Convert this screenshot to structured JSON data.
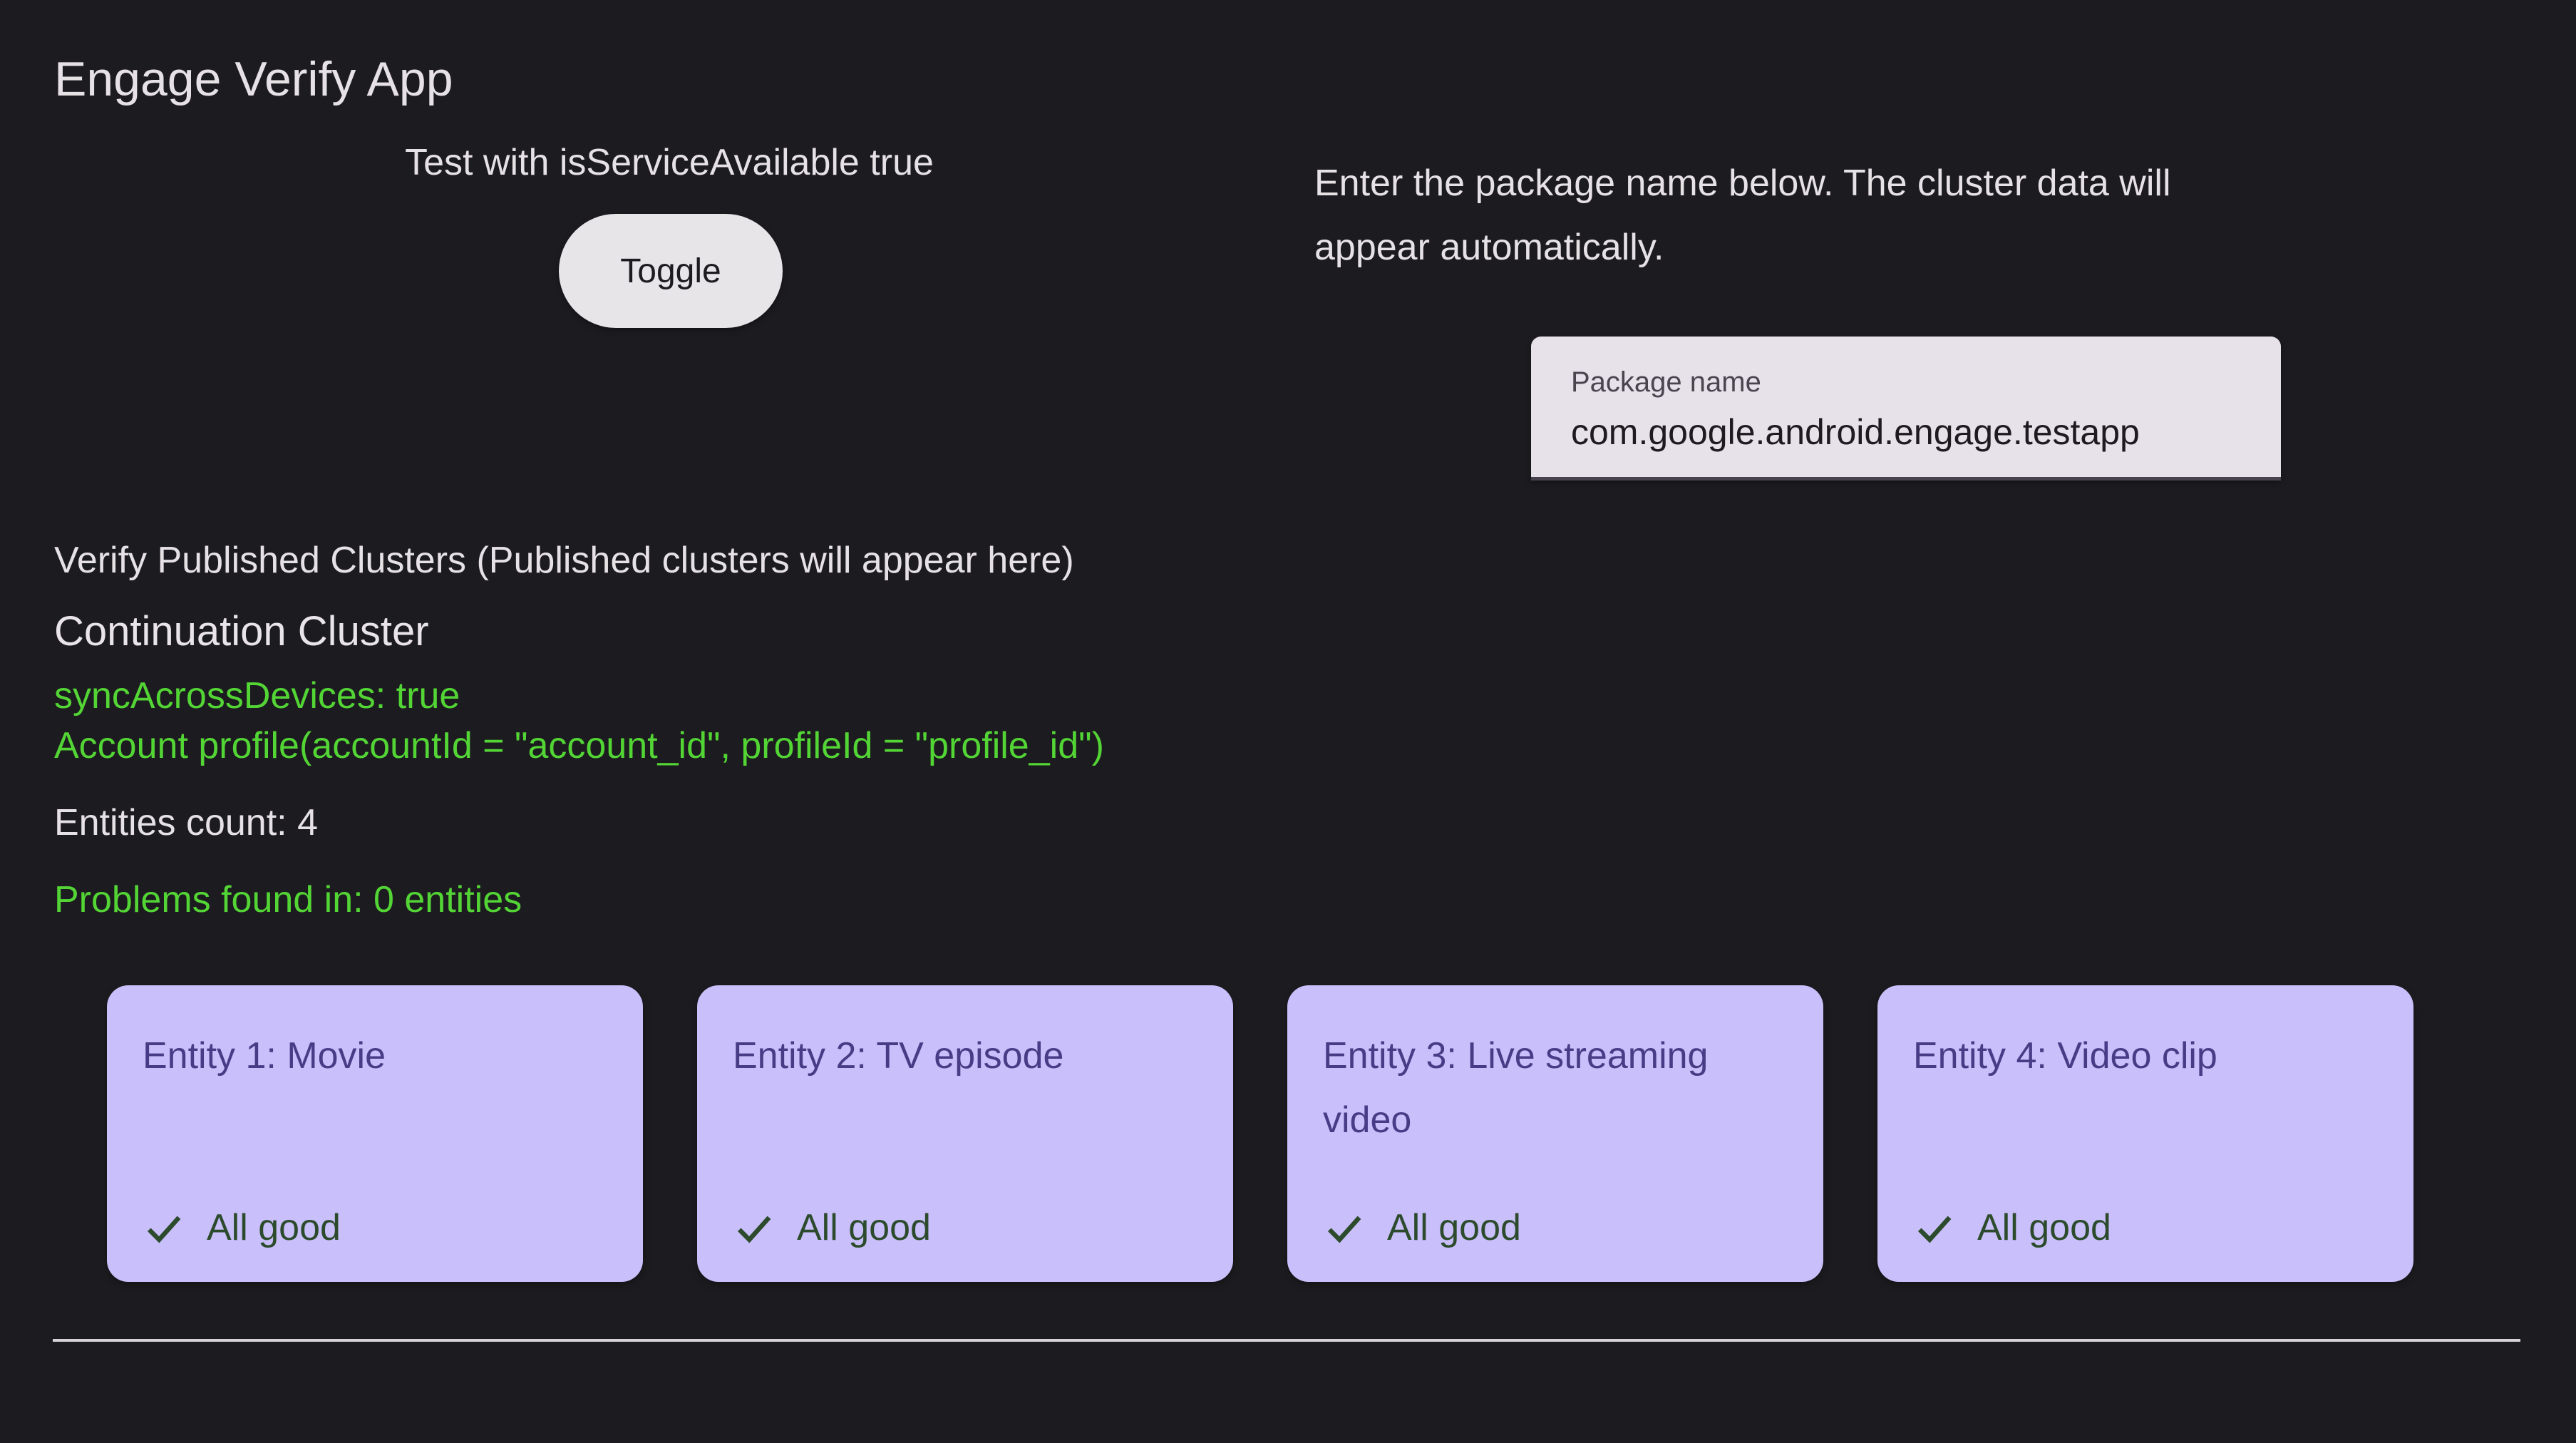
{
  "app": {
    "title": "Engage Verify App"
  },
  "service_test": {
    "label": "Test with isServiceAvailable true",
    "toggle_label": "Toggle"
  },
  "package_section": {
    "instruction_line1": "Enter the package name below. The cluster data will",
    "instruction_line2": "appear automatically.",
    "field_label": "Package name",
    "field_value": "com.google.android.engage.testapp"
  },
  "clusters": {
    "heading": "Verify Published Clusters (Published clusters will appear here)",
    "cluster_title": "Continuation Cluster",
    "sync_line": "syncAcrossDevices: true",
    "account_line": "Account profile(accountId = \"account_id\", profileId = \"profile_id\")",
    "entities_count_label": "Entities count: 4",
    "problems_label": "Problems found in: 0 entities",
    "entities": [
      {
        "title": "Entity 1: Movie",
        "status": "All good"
      },
      {
        "title": "Entity 2: TV episode",
        "status": "All good"
      },
      {
        "title": "Entity 3: Live streaming video",
        "status": "All good"
      },
      {
        "title": "Entity 4: Video clip",
        "status": "All good"
      }
    ]
  },
  "colors": {
    "background": "#1C1B1F",
    "on_background": "#E6E1E5",
    "success_green": "#53D535",
    "card_background": "#C9BFFA",
    "card_title": "#483C87",
    "status_green": "#2C4B2C",
    "toggle_background": "#E8E5E9",
    "field_background": "#E7E1EA",
    "field_underline": "#47434E",
    "divider": "#D6D2D6"
  }
}
